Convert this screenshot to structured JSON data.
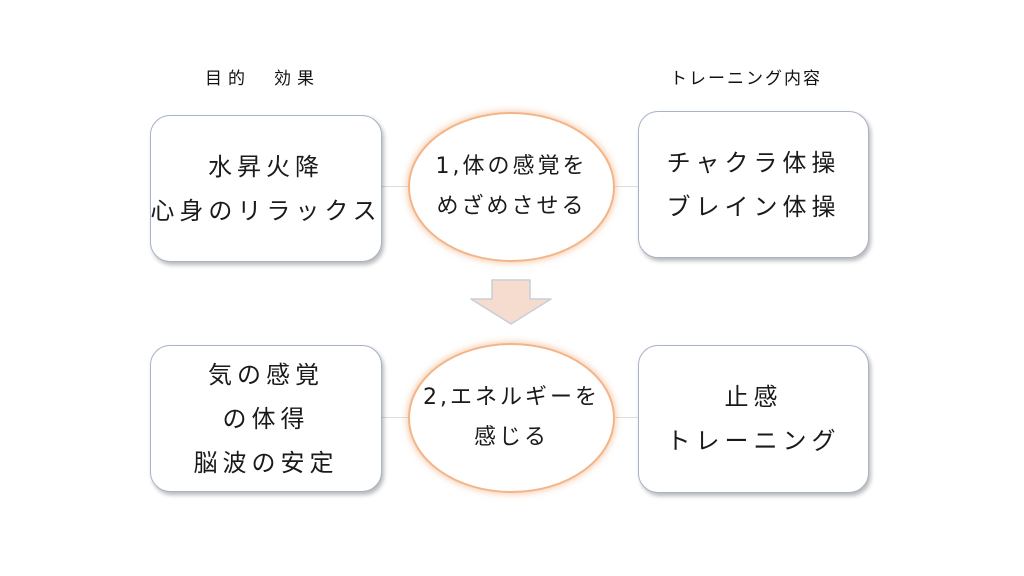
{
  "headers": {
    "left": "目的　効果",
    "right": "トレーニング内容"
  },
  "row1": {
    "purpose_lines": [
      "水昇火降",
      "心身のリラックス"
    ],
    "stage_lines": [
      "1,体の感覚を",
      "めざめさせる"
    ],
    "training_lines": [
      "チャクラ体操",
      "ブレイン体操"
    ]
  },
  "row2": {
    "purpose_lines": [
      "気の感覚",
      "の体得",
      "脳波の安定"
    ],
    "stage_lines": [
      "2,エネルギーを",
      "感じる"
    ],
    "training_lines": [
      "止感",
      "トレーニング"
    ]
  },
  "colors": {
    "box_border": "#a7b3c9",
    "ellipse_border": "#f3b588",
    "arrow_fill": "#f6dccf",
    "arrow_stroke": "#c9ced6"
  }
}
